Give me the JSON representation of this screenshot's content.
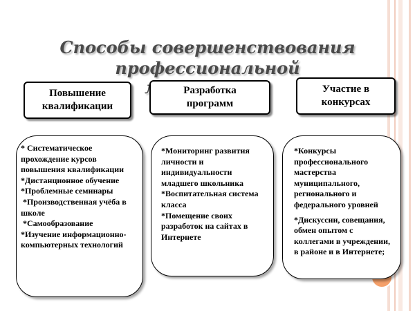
{
  "title": {
    "line1": "Способы совершенствования",
    "line2": "профессиональной",
    "line3": "мастерства"
  },
  "boxes": [
    {
      "label_line1": "Повышение",
      "label_line2": "квалификации"
    },
    {
      "label_line1": "Разработка",
      "label_line2": "программ"
    },
    {
      "label_line1": "Участие в",
      "label_line2": "конкурсах"
    }
  ],
  "columns": [
    {
      "items": [
        "* Систематическое прохождение курсов повышения квалификации",
        "*Дистанционное обучение",
        "*Проблемные семинары",
        " *Производственная учёба в школе",
        " *Самообразование",
        "*Изучение информационно-компьютерных технологий"
      ]
    },
    {
      "items": [
        "*Мониторинг развития личности и индивидуальности младшего школьника",
        "*Воспитательная система класса",
        "*Помещение своих разработок на сайтах в Интернете"
      ]
    },
    {
      "items": [
        "*Конкурсы профессионального мастерства муниципального, регионального и федерального уровней",
        "*Дискуссии, совещания, обмен опытом с коллегами в учреждении, в районе и в Интернете;"
      ]
    }
  ],
  "colors": {
    "stripe": "#f6ded4",
    "title_text": "#4a4a4a",
    "accent_circle": "#f5a06a"
  }
}
